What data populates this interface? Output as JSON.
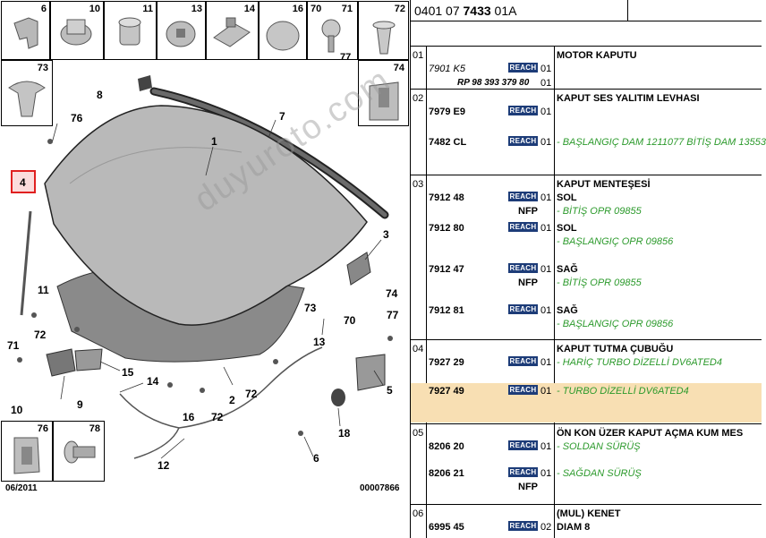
{
  "diagram": {
    "thumbnails_top": [
      "6",
      "10",
      "11",
      "13",
      "14",
      "16",
      "70",
      "71",
      "72"
    ],
    "thumbnail_77": "77",
    "thumbnail_73": "73",
    "thumbnails_bottom": [
      "76",
      "78"
    ],
    "highlighted_callout": "4",
    "callouts": {
      "c1": "1",
      "c2": "2",
      "c3": "3",
      "c5": "5",
      "c6": "6",
      "c7": "7",
      "c8": "8",
      "c9": "9",
      "c10": "10",
      "c11": "11",
      "c12": "12",
      "c13": "13",
      "c14": "14",
      "c15": "15",
      "c16": "16",
      "c18": "18",
      "c70": "70",
      "c71": "71",
      "c72a": "72",
      "c72b": "72",
      "c72c": "72",
      "c73": "73",
      "c74": "74",
      "c76": "76",
      "c77": "77"
    },
    "date": "06/2011",
    "code": "00007866",
    "watermark": "duyuroto.com"
  },
  "parts_list": {
    "reference_prefix": "0401 07 ",
    "reference_bold": "7433",
    "reference_suffix": " 01A",
    "badge_label": "REACH",
    "nfp_label": "NFP",
    "groups": [
      {
        "num": "01",
        "title": "MOTOR KAPUTU",
        "rows": [
          {
            "ref": "7901 K5",
            "qty": "01",
            "desc": "",
            "note": ""
          },
          {
            "ref": "RP 98 393 379 80",
            "qty": "01",
            "desc": "",
            "note": ""
          }
        ]
      },
      {
        "num": "02",
        "title": "KAPUT SES YALITIM LEVHASI",
        "rows": [
          {
            "ref": "7979 E9",
            "qty": "01",
            "desc": "",
            "note": ""
          },
          {
            "ref": "7482 CL",
            "qty": "01",
            "desc": "",
            "note": "- BAŞLANGIÇ DAM 1211077 BİTİŞ DAM 13553"
          }
        ]
      },
      {
        "num": "03",
        "title": "KAPUT MENTEŞESİ",
        "rows": [
          {
            "ref": "7912 48",
            "qty": "01",
            "desc": "SOL",
            "note": "- BİTİŞ OPR 09855"
          },
          {
            "ref": "7912 80",
            "qty": "01",
            "desc": "SOL",
            "note": "- BAŞLANGIÇ OPR 09856"
          },
          {
            "ref": "7912 47",
            "qty": "01",
            "desc": "SAĞ",
            "note": "- BİTİŞ OPR 09855"
          },
          {
            "ref": "7912 81",
            "qty": "01",
            "desc": "SAĞ",
            "note": "- BAŞLANGIÇ OPR 09856"
          }
        ]
      },
      {
        "num": "04",
        "title": "KAPUT TUTMA ÇUBUĞU",
        "rows": [
          {
            "ref": "7927 29",
            "qty": "01",
            "desc": "",
            "note": "- HARİÇ TURBO DİZELLİ DV6ATED4"
          },
          {
            "ref": "7927 49",
            "qty": "01",
            "desc": "",
            "note": "- TURBO DİZELLİ DV6ATED4"
          }
        ]
      },
      {
        "num": "05",
        "title": "ÖN KON ÜZER KAPUT AÇMA KUM MES",
        "rows": [
          {
            "ref": "8206 20",
            "qty": "01",
            "desc": "",
            "note": "- SOLDAN SÜRÜŞ"
          },
          {
            "ref": "8206 21",
            "qty": "01",
            "desc": "",
            "note": "- SAĞDAN SÜRÜŞ"
          }
        ]
      },
      {
        "num": "06",
        "title": "(MUL) KENET",
        "rows": [
          {
            "ref": "6995 45",
            "qty": "02",
            "desc": "DIAM 8",
            "note": ""
          }
        ]
      }
    ]
  }
}
